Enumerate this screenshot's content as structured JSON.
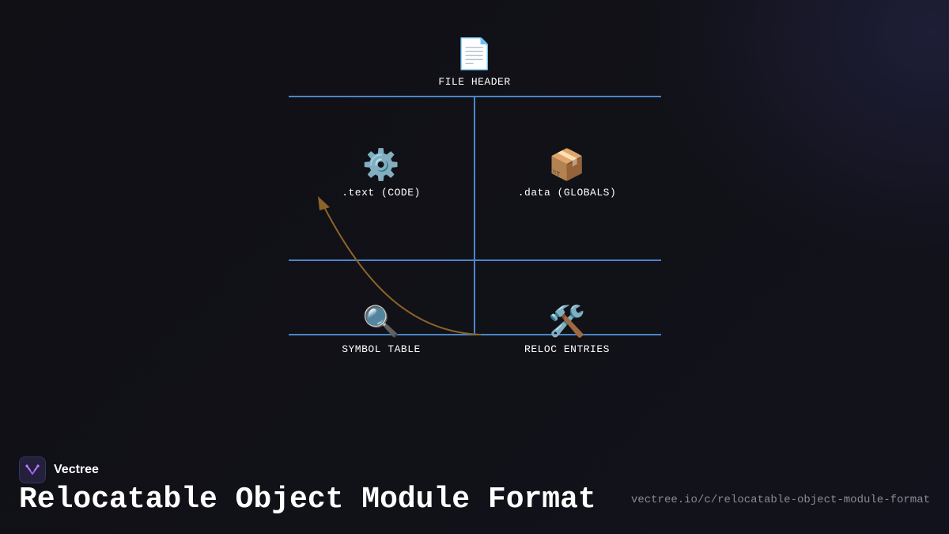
{
  "diagram": {
    "nodes": {
      "file_header": {
        "icon": "📄",
        "icon_name": "document-icon",
        "label": "FILE HEADER"
      },
      "text": {
        "icon": "⚙️",
        "icon_name": "gear-icon",
        "label": ".text (CODE)"
      },
      "data": {
        "icon": "📦",
        "icon_name": "package-icon",
        "label": ".data (GLOBALS)"
      },
      "symbol_table": {
        "icon": "🔍",
        "icon_name": "magnifier-icon",
        "label": "SYMBOL TABLE"
      },
      "reloc_entries": {
        "icon": "🛠️",
        "icon_name": "tools-icon",
        "label": "RELOC ENTRIES"
      }
    },
    "line_color": "#4a86c8",
    "arrow_color": "#8a6428"
  },
  "footer": {
    "brand": "Vectree",
    "title": "Relocatable Object Module Format",
    "url": "vectree.io/c/relocatable-object-module-format"
  }
}
